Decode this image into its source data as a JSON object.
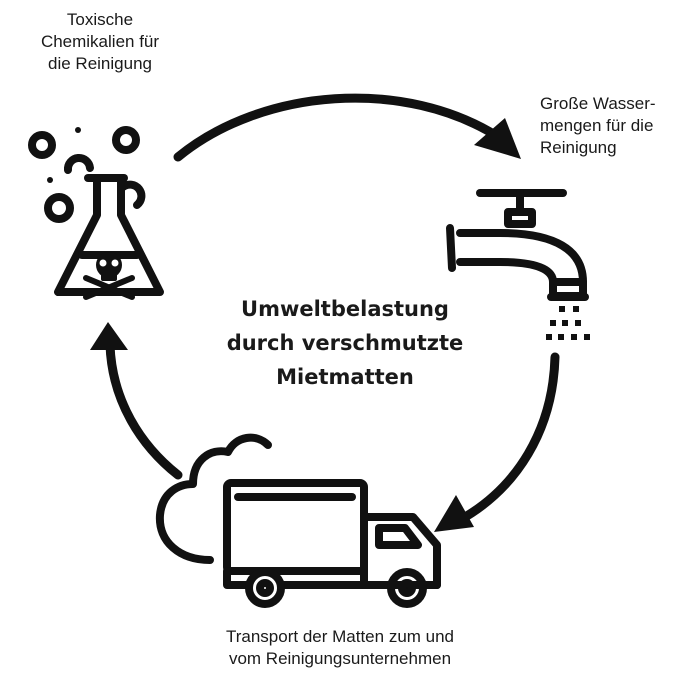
{
  "center": {
    "line1": "Umweltbelastung",
    "line2": "durch verschmutzte",
    "line3": "Mietmatten"
  },
  "stages": {
    "chemicals": {
      "icon": "toxic-flask-icon",
      "line1": "Toxische",
      "line2": "Chemikalien für",
      "line3": "die Reinigung"
    },
    "water": {
      "icon": "water-tap-icon",
      "line1": "Große Wasser-",
      "line2": "mengen für die",
      "line3": "Reinigung"
    },
    "transport": {
      "icon": "delivery-truck-icon",
      "line1": "Transport der Matten zum und",
      "line2": "vom Reinigungsunternehmen"
    }
  },
  "colors": {
    "stroke": "#1a1a1a",
    "background": "#ffffff"
  }
}
